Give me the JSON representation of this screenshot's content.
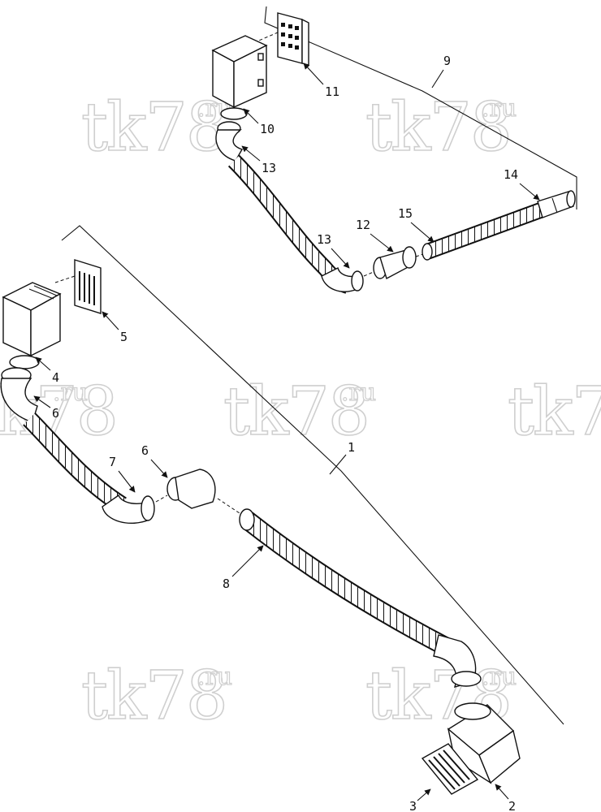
{
  "diagram": {
    "watermark_main": "tk78",
    "watermark_suffix": ".ru",
    "callouts": {
      "c1": "1",
      "c2": "2",
      "c3": "3",
      "c4": "4",
      "c5": "5",
      "c6a": "6",
      "c6b": "6",
      "c7": "7",
      "c8": "8",
      "c9": "9",
      "c10": "10",
      "c11": "11",
      "c12": "12",
      "c13a": "13",
      "c13b": "13",
      "c14": "14",
      "c15": "15"
    }
  }
}
